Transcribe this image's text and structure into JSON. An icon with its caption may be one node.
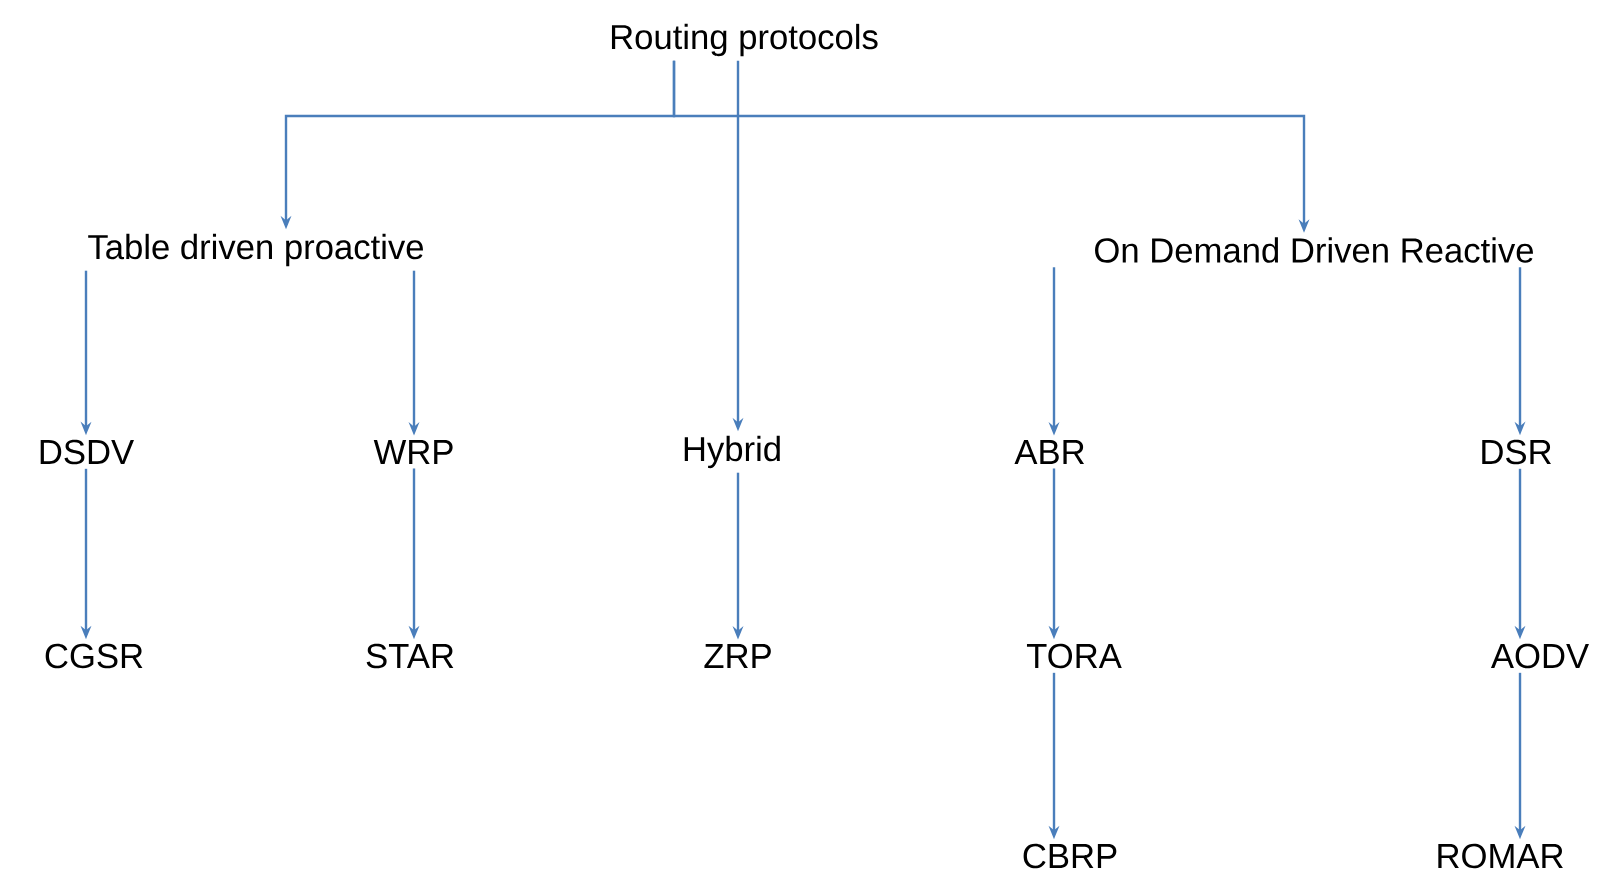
{
  "diagram": {
    "nodes": [
      {
        "text": [
          "Routing protocols"
        ]
      },
      {
        "text": [
          "Table driven proactive"
        ]
      },
      {
        "text": [
          "Hybrid"
        ]
      },
      {
        "text": [
          "On Demand Driven Reactive"
        ]
      },
      {
        "text": [
          "DSDV"
        ]
      },
      {
        "text": [
          "WRP"
        ]
      },
      {
        "text": [
          "ABR"
        ]
      },
      {
        "text": [
          "DSR"
        ]
      },
      {
        "text": [
          "CGSR"
        ]
      },
      {
        "text": [
          "STAR"
        ]
      },
      {
        "text": [
          "ZRP"
        ]
      },
      {
        "text": [
          "TORA"
        ]
      },
      {
        "text": [
          "AODV"
        ]
      },
      {
        "text": [
          "CBRP"
        ]
      },
      {
        "text": [
          "ROMAR"
        ]
      }
    ],
    "edges": [
      {
        "from": 0,
        "to": 1,
        "arrow": "to"
      },
      {
        "from": 0,
        "to": 2,
        "arrow": "to"
      },
      {
        "from": 0,
        "to": 3,
        "arrow": "to"
      },
      {
        "from": 1,
        "to": 4,
        "arrow": "to"
      },
      {
        "from": 1,
        "to": 5,
        "arrow": "to"
      },
      {
        "from": 4,
        "to": 8,
        "arrow": "to"
      },
      {
        "from": 5,
        "to": 9,
        "arrow": "to"
      },
      {
        "from": 2,
        "to": 10,
        "arrow": "to"
      },
      {
        "from": 3,
        "to": 6,
        "arrow": "to"
      },
      {
        "from": 3,
        "to": 7,
        "arrow": "to"
      },
      {
        "from": 6,
        "to": 11,
        "arrow": "to"
      },
      {
        "from": 11,
        "to": 13,
        "arrow": "to"
      },
      {
        "from": 7,
        "to": 12,
        "arrow": "to"
      },
      {
        "from": 12,
        "to": 14,
        "arrow": "to"
      }
    ]
  }
}
